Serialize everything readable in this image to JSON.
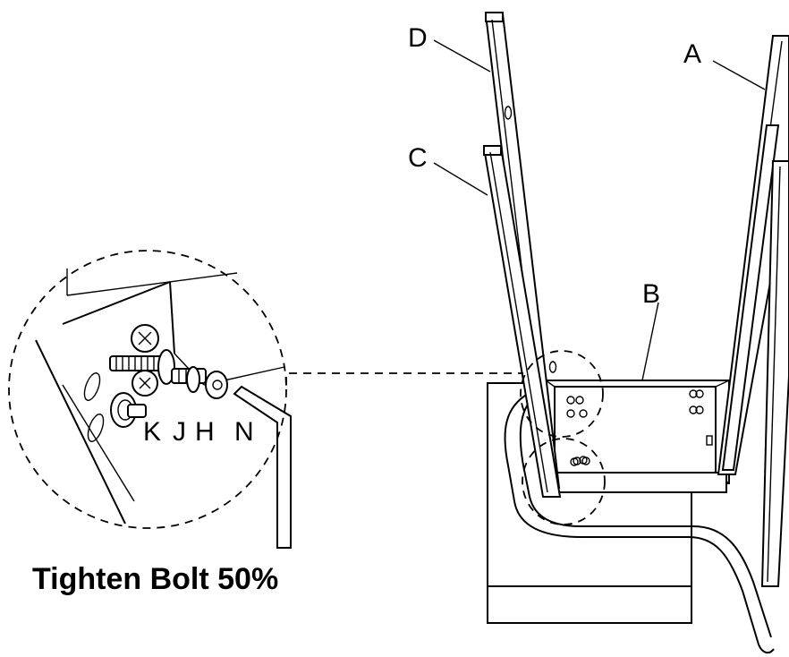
{
  "labels": {
    "part_d": "D",
    "part_a": "A",
    "part_c": "C",
    "part_b": "B",
    "part_k": "K",
    "part_j": "J",
    "part_h": "H",
    "part_n": "N"
  },
  "caption": "Tighten Bolt 50%"
}
